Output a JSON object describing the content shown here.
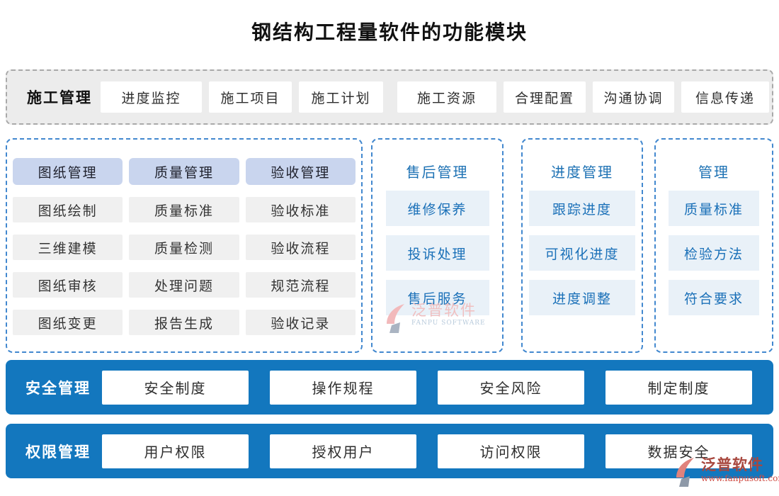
{
  "title": "钢结构工程量软件的功能模块",
  "colors": {
    "bar_blue": "#1377be",
    "panel_border_blue": "#4288cf",
    "header_chip_bg": "#c9d5ee",
    "light_blue_chip_bg": "#e9f1f8",
    "blue_text": "#1a70b8",
    "gray_bar_bg": "#ececec"
  },
  "construction_bar": {
    "label": "施工管理",
    "items": [
      "进度监控",
      "施工项目",
      "施工计划",
      "施工资源",
      "合理配置",
      "沟通协调",
      "信息传递"
    ]
  },
  "drawing_panel": {
    "headers": [
      "图纸管理",
      "质量管理",
      "验收管理"
    ],
    "rows": [
      [
        "图纸绘制",
        "质量标准",
        "验收标准"
      ],
      [
        "三维建模",
        "质量检测",
        "验收流程"
      ],
      [
        "图纸审核",
        "处理问题",
        "规范流程"
      ],
      [
        "图纸变更",
        "报告生成",
        "验收记录"
      ]
    ]
  },
  "side_panels": [
    {
      "title": "售后管理",
      "items": [
        "维修保养",
        "投诉处理",
        "售后服务"
      ]
    },
    {
      "title": "进度管理",
      "items": [
        "跟踪进度",
        "可视化进度",
        "进度调整"
      ]
    },
    {
      "title": "管理",
      "items": [
        "质量标准",
        "检验方法",
        "符合要求"
      ]
    }
  ],
  "bottom_bars": [
    {
      "label": "安全管理",
      "items": [
        "安全制度",
        "操作规程",
        "安全风险",
        "制定制度"
      ]
    },
    {
      "label": "权限管理",
      "items": [
        "用户权限",
        "授权用户",
        "访问权限",
        "数据安全"
      ]
    }
  ],
  "watermark": {
    "name": "泛普软件",
    "name_en": "FANPU SOFTWARE",
    "url": "www.fanpusoft.com"
  }
}
